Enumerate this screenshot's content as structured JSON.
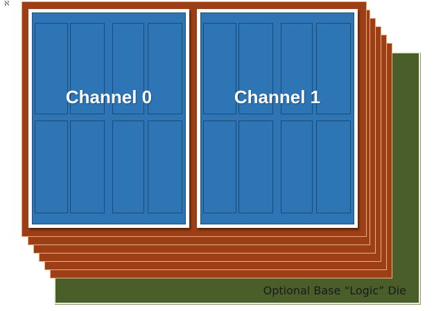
{
  "base_die": {
    "label": "Optional Base “Logic” Die",
    "color": "#4a5e2a"
  },
  "dram_layer_color": "#9c3f17",
  "channel_color": "#2e75b6",
  "channels": [
    {
      "label": "Channel 0"
    },
    {
      "label": "Channel 1"
    }
  ],
  "corner_mark": "ℵ"
}
